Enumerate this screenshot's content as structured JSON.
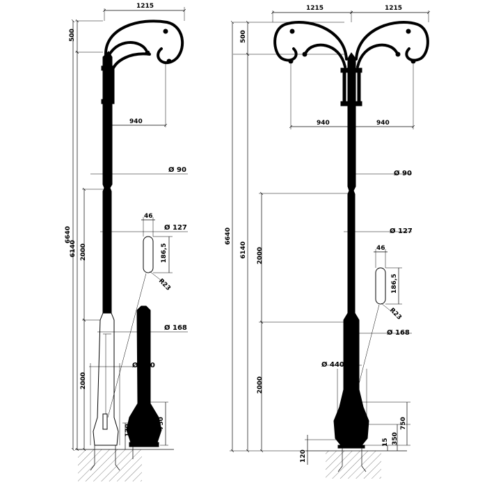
{
  "left_pole": {
    "arm_span": "1215",
    "arm_height": "500",
    "total_height": "6640",
    "shaft_height": "6140",
    "upper_section": "2000",
    "lower_section": "2000",
    "arm_reach": "940",
    "top_diameter": "Ø 90",
    "mid_diameter": "Ø 127",
    "lower_diameter": "Ø 168",
    "base_diameter": "Ø 440",
    "slot_width": "46",
    "slot_height": "186,5",
    "slot_radius": "R23",
    "base_height": "750",
    "anchor_depth": "120"
  },
  "right_pole": {
    "arm_span_left": "1215",
    "arm_span_right": "1215",
    "arm_height": "500",
    "total_height": "6640",
    "shaft_height": "6140",
    "upper_section": "2000",
    "lower_section": "2000",
    "arm_reach_left": "940",
    "arm_reach_right": "940",
    "top_diameter": "Ø 90",
    "mid_diameter": "Ø 127",
    "lower_diameter": "Ø 168",
    "base_diameter": "Ø 440",
    "slot_width": "46",
    "slot_height": "186,5",
    "slot_radius": "R23",
    "base_height": "750",
    "base_lower": "350",
    "base_gap": "15",
    "anchor_depth": "120"
  }
}
